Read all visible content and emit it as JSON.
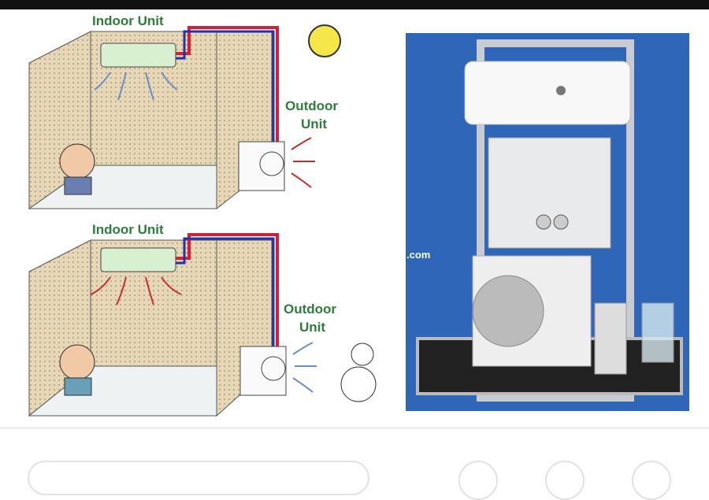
{
  "image": {
    "top_panel": {
      "indoor_label": "Indoor Unit",
      "outdoor_label_1": "Outdoor",
      "outdoor_label_2": "Unit"
    },
    "bottom_panel": {
      "indoor_label": "Indoor Unit",
      "outdoor_label_1": "Outdoor",
      "outdoor_label_2": "Unit"
    },
    "watermark": ".com"
  },
  "colors": {
    "photo_bg": "#2f66b8",
    "label_green": "#2e7d3a",
    "pipe_red": "#d0203a",
    "pipe_blue": "#2630a8"
  }
}
